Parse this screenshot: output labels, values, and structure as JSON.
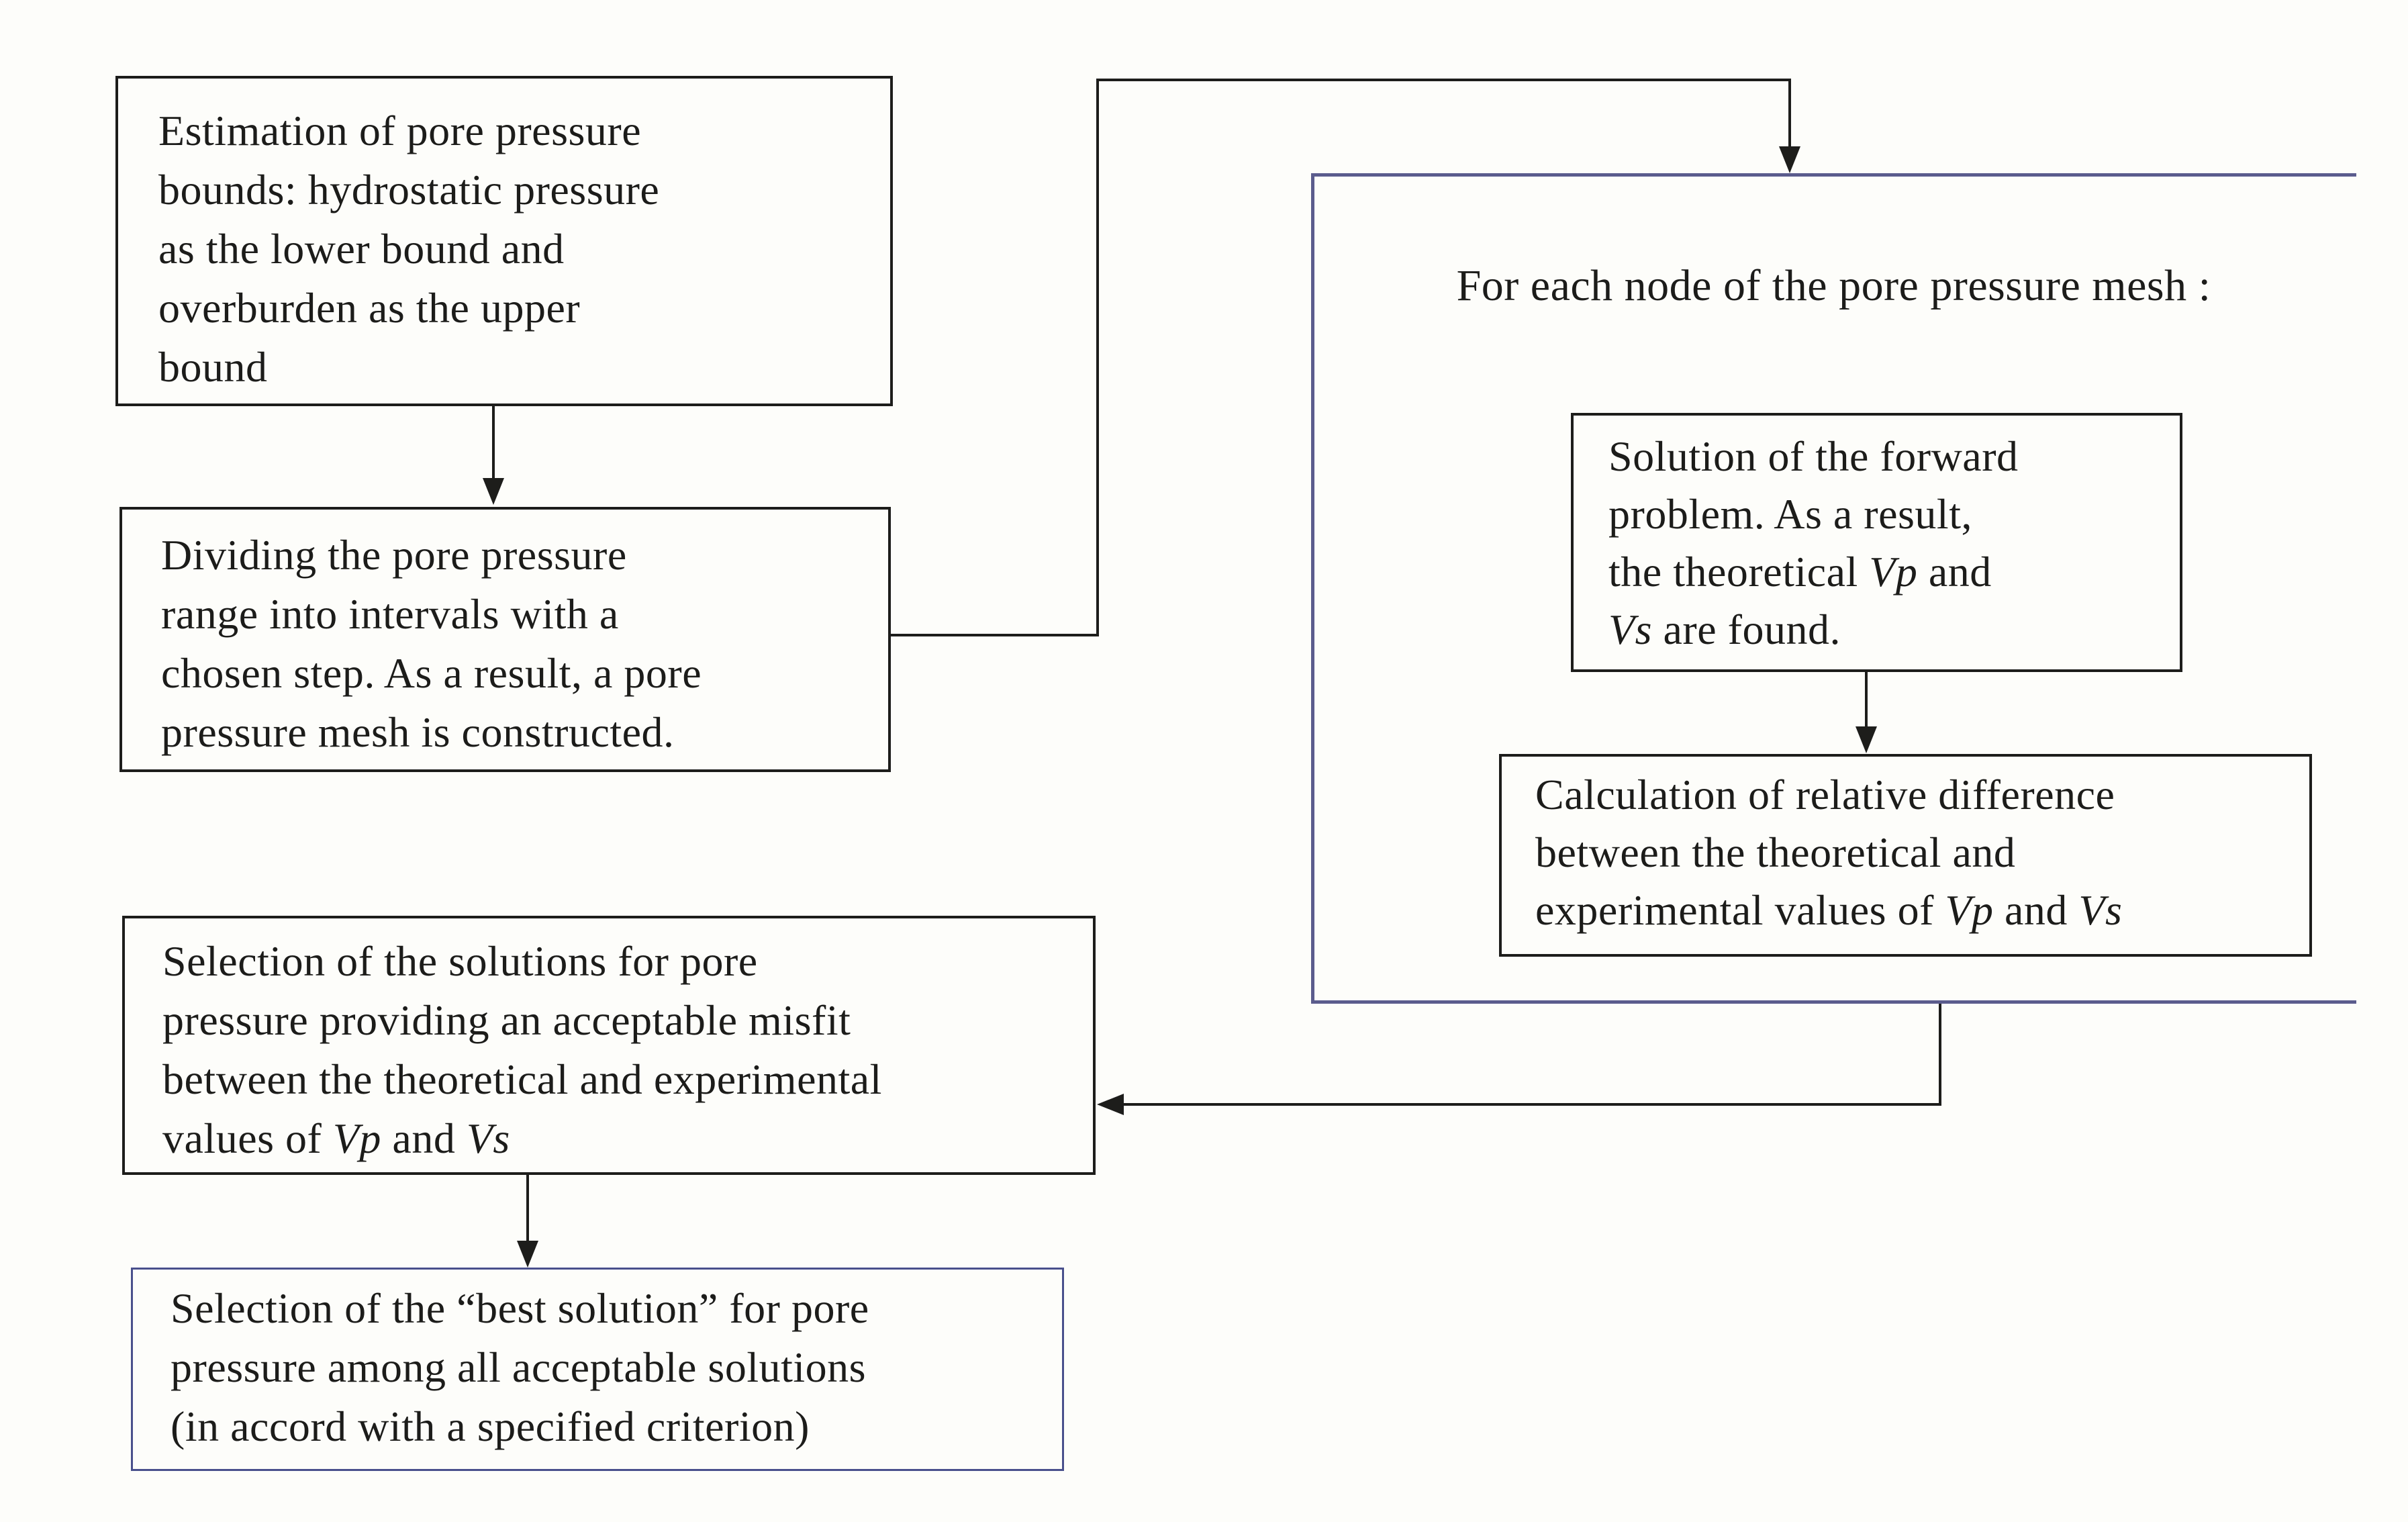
{
  "colors": {
    "background": "#fdfdfa",
    "box_border_black": "#1d1d1b",
    "loop_box_border_blue": "#5b5c8d",
    "best_box_border_blue": "#49508c",
    "arrow": "#1d1d1b"
  },
  "boxes": {
    "estimation": {
      "lines": [
        "Estimation of pore pressure",
        "bounds: hydrostatic pressure",
        "as the lower bound and",
        "overburden as the upper",
        "bound"
      ]
    },
    "dividing": {
      "lines": [
        "Dividing the pore pressure",
        "range into intervals with a",
        "chosen step. As a result, a pore",
        "pressure mesh is constructed."
      ]
    },
    "for_each_node": {
      "label": "For each node of the pore pressure mesh :"
    },
    "forward_problem": {
      "l1": "Solution of the forward",
      "l2": "problem. As a result,",
      "l3_pre": "the theoretical ",
      "l3_vp": "Vp",
      "l3_post": " and",
      "l4_vs": "Vs",
      "l4_post": " are found."
    },
    "relative_difference": {
      "l1": "Calculation of relative difference",
      "l2": "between the theoretical and",
      "l3_pre": "experimental values of ",
      "l3_vp": "Vp",
      "l3_mid": " and ",
      "l3_vs": "Vs"
    },
    "selection_solutions": {
      "l1": "Selection of the solutions for pore",
      "l2": "pressure providing an acceptable misfit",
      "l3": "between the theoretical and experimental",
      "l4_pre": "values of ",
      "l4_vp": "Vp",
      "l4_mid": " and ",
      "l4_vs": "Vs"
    },
    "best_solution": {
      "lines": [
        "Selection of the “best solution” for pore",
        "pressure among all acceptable solutions",
        "(in accord with a specified criterion)"
      ]
    }
  }
}
